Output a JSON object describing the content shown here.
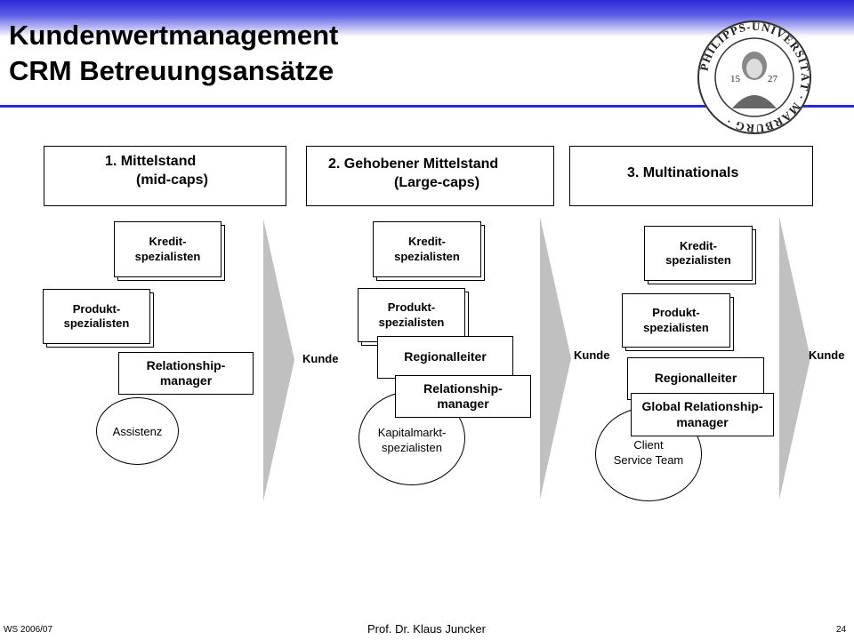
{
  "header": {
    "title_line1": "Kundenwertmanagement",
    "title_line2": "CRM Betreuungsansätze",
    "seal_text": "PHILIPPS-UNIVERSITÄT MARBURG 1527"
  },
  "phases": [
    {
      "line1": "1.    Mittelstand",
      "line2": "(mid-caps)",
      "roles": [
        "Kredit-\nspezialisten",
        "Produkt-\nspezialisten",
        "Relationship-\nmanager"
      ],
      "support": "Assistenz"
    },
    {
      "line1": "2. Gehobener Mittelstand",
      "line2": "(Large-caps)",
      "roles": [
        "Kredit-\nspezialisten",
        "Produkt-\nspezialisten",
        "Regionalleiter",
        "Relationship-\nmanager"
      ],
      "support": "Kapitalmarkt-\nspezialisten"
    },
    {
      "line1": "3. Multinationals",
      "roles": [
        "Kredit-\nspezialisten",
        "Produkt-\nspezialisten",
        "Regionalleiter",
        "Global Relationship-\nmanager"
      ],
      "support": "Client\nService Team"
    }
  ],
  "kunde_label": "Kunde",
  "footer": {
    "semester": "WS 2006/07",
    "author": "Prof. Dr. Klaus Juncker",
    "page": "24"
  },
  "colors": {
    "header_blue": "#2a2ad6",
    "arrow_gray": "#c0c0c0"
  }
}
